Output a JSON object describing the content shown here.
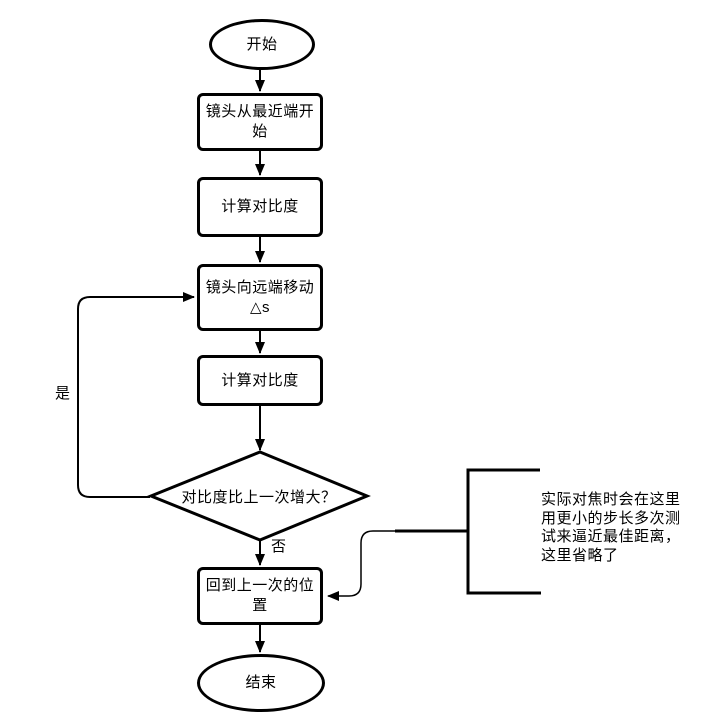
{
  "flowchart": {
    "start": "开始",
    "step_lens_start": "镜头从最近端开始",
    "step_calc_contrast_1": "计算对比度",
    "step_move_lens": "镜头向远端移动\n△s",
    "step_calc_contrast_2": "计算对比度",
    "decision_contrast_increase": "对比度比上一次增大？",
    "label_yes": "是",
    "label_no": "否",
    "step_return_prev": "回到上一次的位置",
    "end": "结束",
    "annotation": "实际对焦时会在这里\n用更小的步长多次测\n试来逼近最佳距离，\n这里省略了"
  },
  "colors": {
    "stroke": "#000000",
    "text": "#000000",
    "background": "#ffffff"
  }
}
